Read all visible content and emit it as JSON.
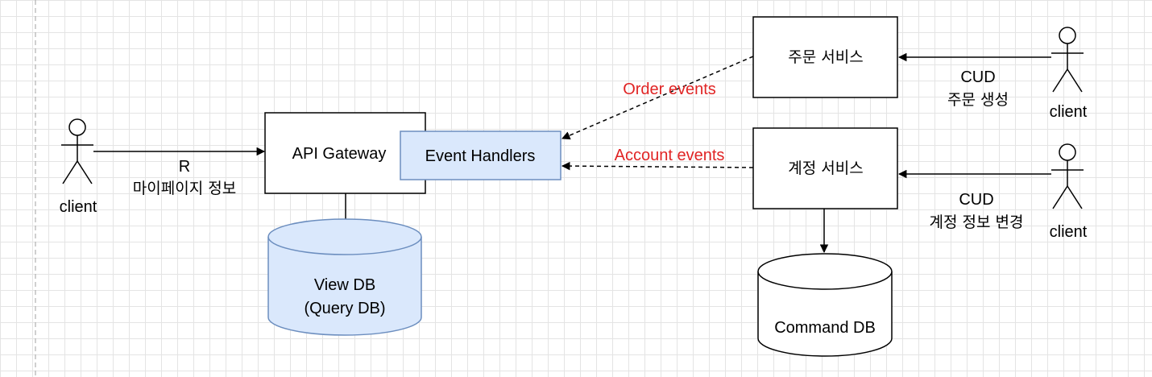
{
  "nodes": {
    "api_gateway": "API Gateway",
    "event_handlers": "Event Handlers",
    "view_db_line1": "View DB",
    "view_db_line2": "(Query DB)",
    "order_service": "주문 서비스",
    "account_service": "계정 서비스",
    "command_db": "Command DB"
  },
  "actors": {
    "left_client": "client",
    "order_client": "client",
    "account_client": "client"
  },
  "edges": {
    "read_line1": "R",
    "read_line2": "마이페이지 정보",
    "order_cud_line1": "CUD",
    "order_cud_line2": "주문 생성",
    "account_cud_line1": "CUD",
    "account_cud_line2": "계정 정보 변경",
    "order_events": "Order events",
    "account_events": "Account events"
  },
  "colors": {
    "event_color": "#e02424",
    "handler_fill": "#dae8fc",
    "handler_stroke": "#6c8ebf"
  }
}
